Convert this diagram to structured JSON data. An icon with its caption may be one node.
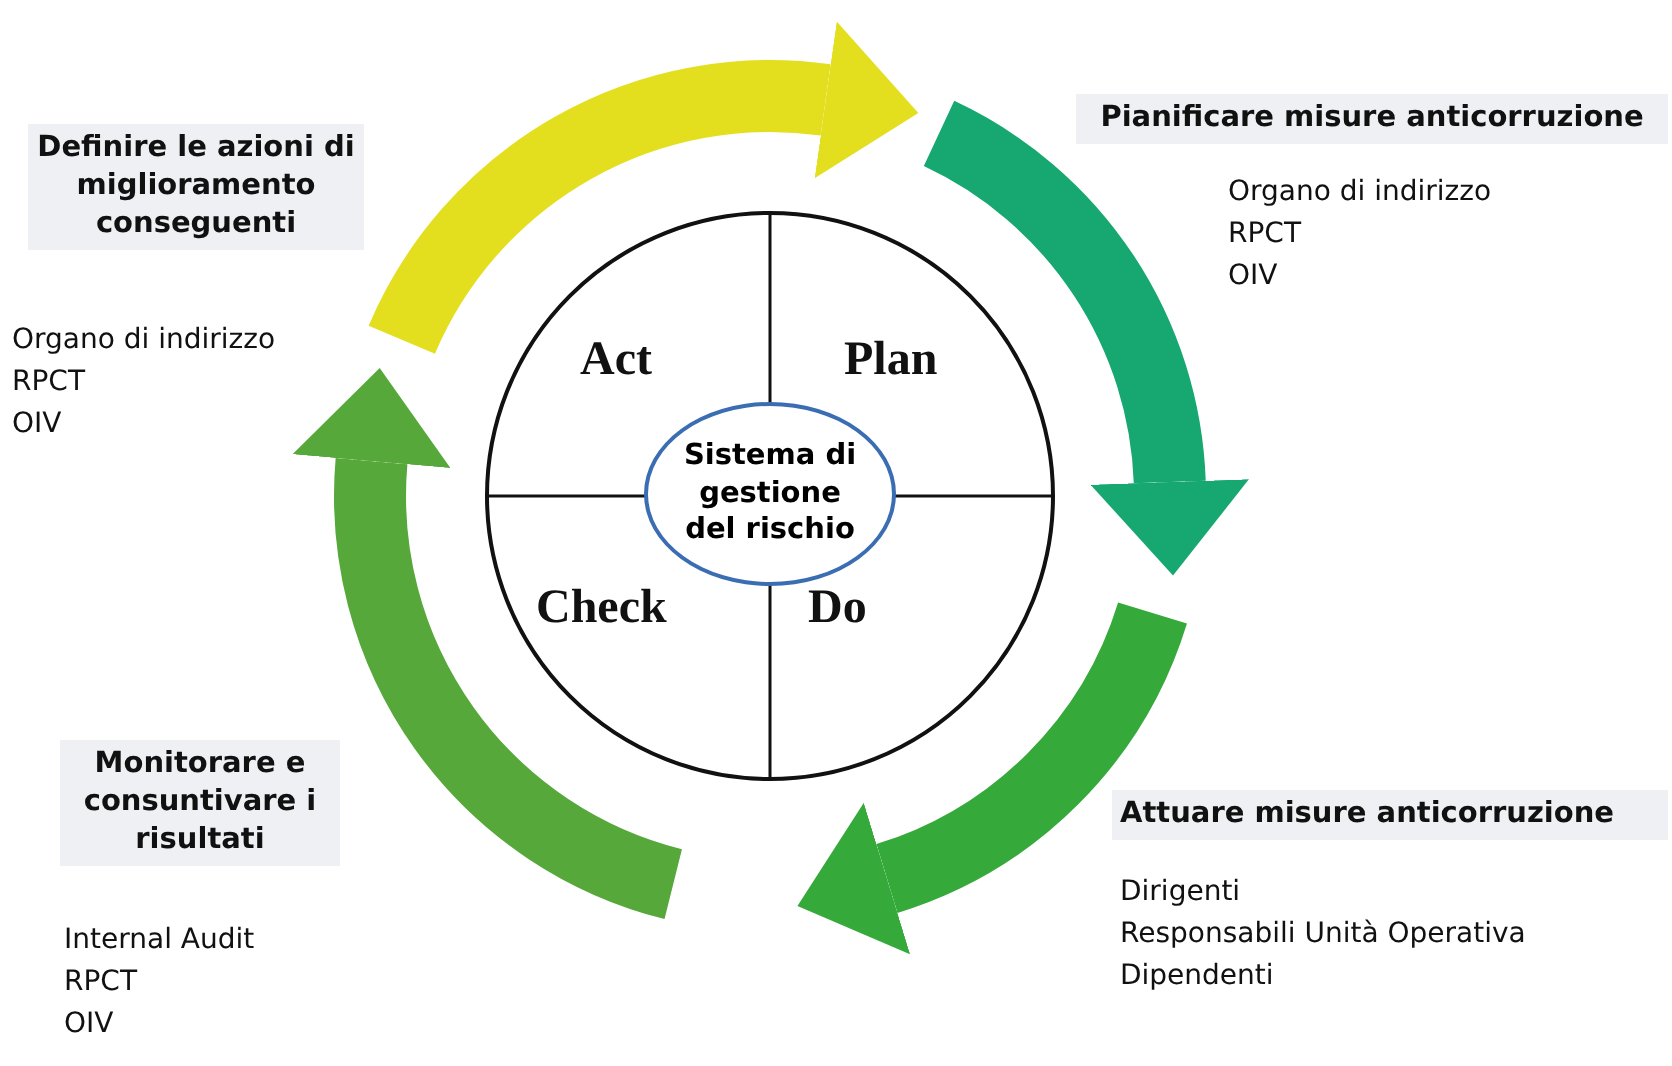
{
  "diagram": {
    "nodes": [
      {
        "text": [
          "Definire le azioni di miglioramento conseguenti",
          "Organo di indirizzo",
          "RPCT",
          "OIV"
        ]
      },
      {
        "text": [
          "Pianificare misure anticorruzione",
          "Organo di indirizzo",
          "RPCT",
          "OIV"
        ]
      },
      {
        "text": [
          "Attuare misure anticorruzione",
          "Dirigenti",
          "Responsabili Unità Operativa",
          "Dipendenti"
        ]
      },
      {
        "text": [
          "Monitorare e consuntivare i risultati",
          "Internal Audit",
          "RPCT",
          "OIV"
        ]
      },
      {
        "text": [],
        "shape": "circle"
      },
      {
        "text": [
          "Act"
        ],
        "in": 4
      },
      {
        "text": [
          "Plan"
        ],
        "in": 4
      },
      {
        "text": [
          "Check"
        ],
        "in": 4
      },
      {
        "text": [
          "Do"
        ],
        "in": 4
      },
      {
        "text": [
          "Sistema di gestione del rischio"
        ],
        "in": 4
      }
    ]
  }
}
